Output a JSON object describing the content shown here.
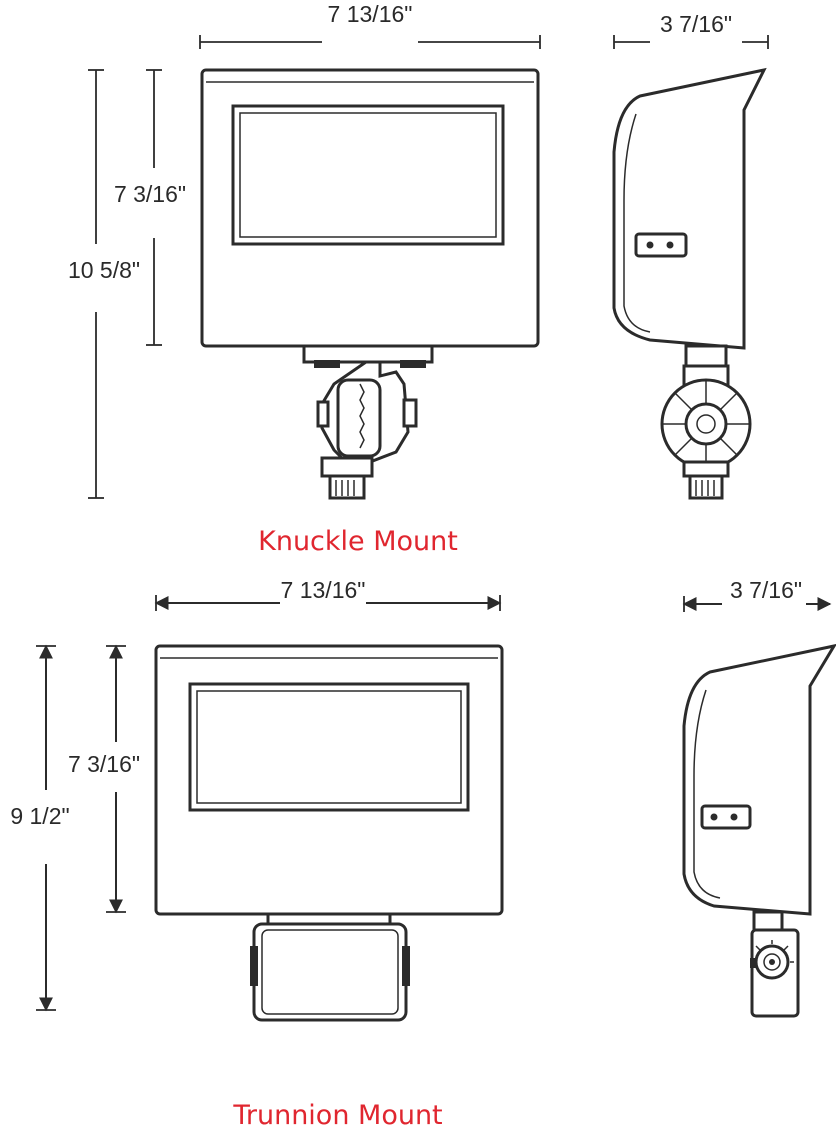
{
  "knuckle": {
    "caption": "Knuckle Mount",
    "front_width": "7 13/16\"",
    "side_depth": "3 7/16\"",
    "head_height": "7 3/16\"",
    "overall_height": "10 5/8\""
  },
  "trunnion": {
    "caption": "Trunnion Mount",
    "front_width": "7 13/16\"",
    "side_depth": "3 7/16\"",
    "head_height": "7 3/16\"",
    "overall_height": "9 1/2\""
  },
  "colors": {
    "caption": "#e0262f",
    "line": "#2b2b2b"
  }
}
